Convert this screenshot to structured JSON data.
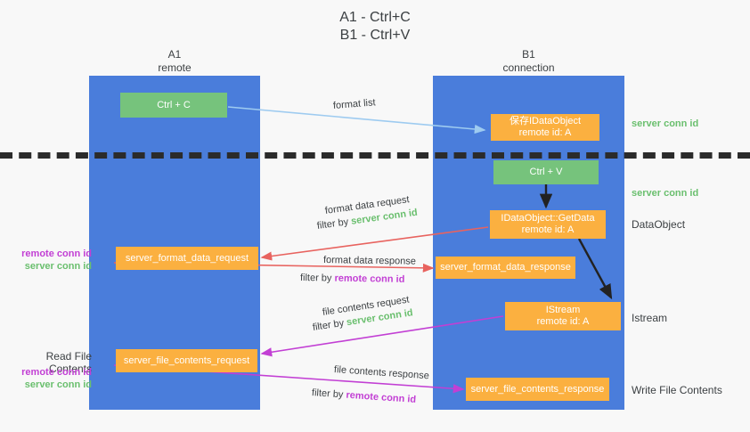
{
  "title": {
    "line1": "A1 - Ctrl+C",
    "line2": "B1 - Ctrl+V"
  },
  "lanes": [
    {
      "id": "a1",
      "name": "A1",
      "role": "remote",
      "color": "#4a7ddb"
    },
    {
      "id": "b1",
      "name": "B1",
      "role": "connection",
      "color": "#4a7ddb"
    }
  ],
  "boxes": {
    "ctrl_c": "Ctrl + C",
    "ctrl_v": "Ctrl + V",
    "idataobject_title": "保存IDataObject",
    "idataobject_sub": "remote id: A",
    "getdata_title": "IDataObject::GetData",
    "getdata_sub": "remote id: A",
    "istream_title": "IStream",
    "istream_sub": "remote id: A",
    "server_format_data_request": "server_format_data_request",
    "server_format_data_response": "server_format_data_response",
    "server_file_contents_request": "server_file_contents_request",
    "server_file_contents_response": "server_file_contents_response"
  },
  "arrow_labels": {
    "format_list": "format list",
    "format_data_request": "format data request",
    "format_data_filter_prefix": "filter by ",
    "format_data_filter_value": "server conn id",
    "format_data_response": "format data response",
    "format_resp_filter_prefix": "filter by ",
    "format_resp_filter_value": "remote conn id",
    "file_contents_request": "file contents request",
    "file_req_filter_prefix": "filter by ",
    "file_req_filter_value": "server conn id",
    "file_contents_response": "file contents response",
    "file_resp_filter_prefix": "filter by ",
    "file_resp_filter_value": "remote conn id"
  },
  "side_labels": {
    "server_conn_id_top": "server conn id",
    "server_conn_id_mid": "server conn id",
    "dataobject": "DataObject",
    "istream": "Istream",
    "write_file_contents": "Write File Contents",
    "read_file_contents": "Read File Contents",
    "remote_conn_id": "remote conn id",
    "server_conn_id": "server conn id"
  },
  "colors": {
    "lane": "#4a7ddb",
    "green_box": "#76c37c",
    "orange_box": "#fbb040",
    "green_text": "#6abf6e",
    "purple_text": "#c23fd4",
    "red_arrow": "#e8635f",
    "magenta_arrow": "#c23fd4",
    "blue_arrow": "#9ecbf0",
    "dark_arrow": "#222222",
    "background": "#f8f8f8"
  }
}
